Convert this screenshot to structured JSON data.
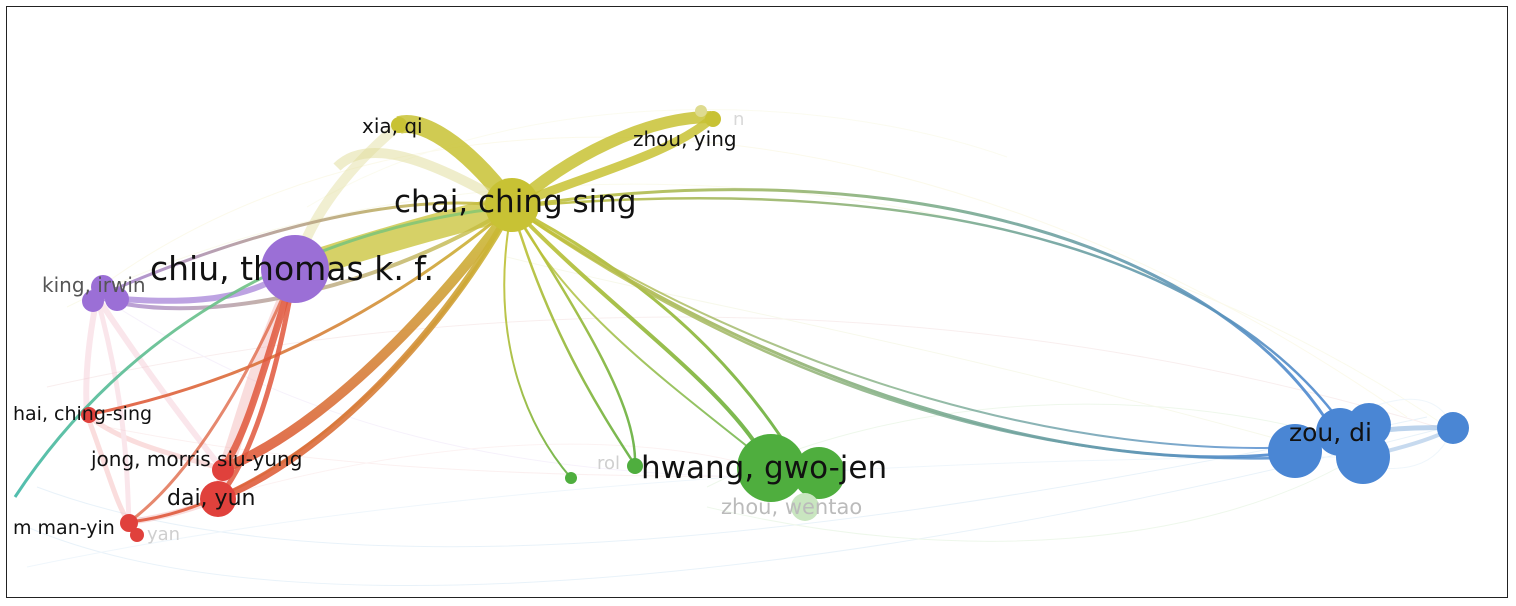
{
  "network": {
    "nodes": [
      {
        "id": "chai_ching_sing",
        "label": "chai, ching sing",
        "cluster": "yellow",
        "color": "#c8c234",
        "text_color": "#111111"
      },
      {
        "id": "chiu_thomas",
        "label": "chiu, thomas k. f.",
        "cluster": "purple",
        "color": "#9b6fd6",
        "text_color": "#111111"
      },
      {
        "id": "king_irwin",
        "label": "king, irwin",
        "cluster": "purple",
        "color": "#9b6fd6",
        "text_color": "#555555"
      },
      {
        "id": "xia_qi",
        "label": "xia, qi",
        "cluster": "yellow",
        "color": "#c8c234",
        "text_color": "#111111"
      },
      {
        "id": "zhou_ying",
        "label": "zhou, ying",
        "cluster": "yellow",
        "color": "#c8c234",
        "text_color": "#111111"
      },
      {
        "id": "zhai_ching_sing",
        "label": "hai, ching-sing",
        "cluster": "red",
        "color": "#e0413c",
        "text_color": "#111111"
      },
      {
        "id": "jong_morris",
        "label": "jong, morris siu-yung",
        "cluster": "red",
        "color": "#e0413c",
        "text_color": "#111111"
      },
      {
        "id": "dai_yun",
        "label": "dai, yun",
        "cluster": "red",
        "color": "#e0413c",
        "text_color": "#111111"
      },
      {
        "id": "man_yin",
        "label": "m man-yin",
        "cluster": "red",
        "color": "#e0413c",
        "text_color": "#111111"
      },
      {
        "id": "hwang_gwo_jen",
        "label": "hwang, gwo-jen",
        "cluster": "green",
        "color": "#4fae3e",
        "text_color": "#111111"
      },
      {
        "id": "zhou_wentao",
        "label": "zhou, wentao",
        "cluster": "green",
        "color": "#4fae3e",
        "text_color": "#bbbbbb"
      },
      {
        "id": "zou_di",
        "label": "zou, di",
        "cluster": "blue",
        "color": "#4a86d4",
        "text_color": "#111111"
      }
    ],
    "faint_labels": [
      "rol",
      "yan",
      "n"
    ],
    "edge_colors": {
      "yellow": "#c8c234",
      "purple": "#a784d8",
      "red": "#e0583c",
      "green": "#7dbb4a",
      "blue": "#6f9fcf",
      "teal": "#3fb7a6"
    }
  }
}
